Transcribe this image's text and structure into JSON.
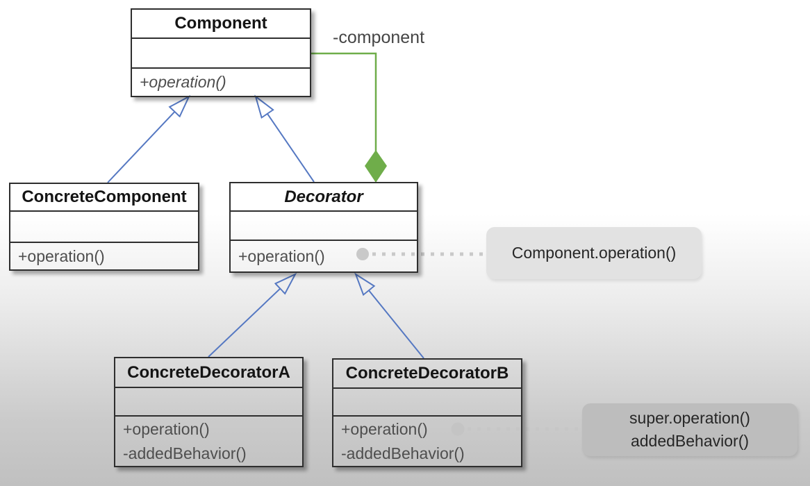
{
  "classes": {
    "component": {
      "name": "Component",
      "method1": "+operation()"
    },
    "concrete_component": {
      "name": "ConcreteComponent",
      "method1": "+operation()"
    },
    "decorator": {
      "name": "Decorator",
      "method1": "+operation()"
    },
    "concrete_decorator_a": {
      "name": "ConcreteDecoratorA",
      "method1": "+operation()",
      "method2": "-addedBehavior()"
    },
    "concrete_decorator_b": {
      "name": "ConcreteDecoratorB",
      "method1": "+operation()",
      "method2": "-addedBehavior()"
    }
  },
  "relations": {
    "composition_label": "-component"
  },
  "callouts": {
    "decorator_note": "Component.operation()",
    "decorator_b_note_line1": "super.operation()",
    "decorator_b_note_line2": "addedBehavior()"
  },
  "colors": {
    "inheritance_blue": "#5578c2",
    "composition_green": "#6fad4a",
    "note_connector_gray": "#c9c9c9"
  }
}
